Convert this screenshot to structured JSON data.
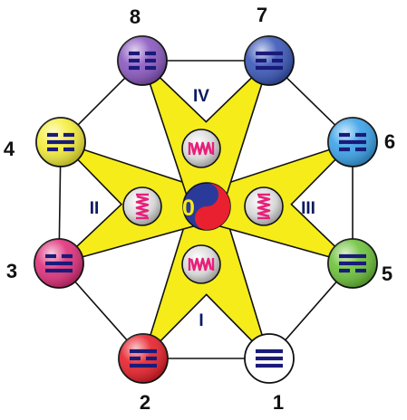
{
  "nodes": [
    {
      "number": "1",
      "trigram": "111",
      "color": "#ffffff"
    },
    {
      "number": "2",
      "trigram": "101",
      "color": "#e8202a"
    },
    {
      "number": "3",
      "trigram": "011",
      "color": "#e0307a"
    },
    {
      "number": "4",
      "trigram": "010",
      "color": "#f4ee3a"
    },
    {
      "number": "5",
      "trigram": "110",
      "color": "#6cc23a"
    },
    {
      "number": "6",
      "trigram": "010",
      "color": "#3aa2e8"
    },
    {
      "number": "7",
      "trigram": "101",
      "color": "#3a58b8"
    },
    {
      "number": "8",
      "trigram": "000",
      "color": "#8a58c0"
    }
  ],
  "blades": [
    {
      "numeral": "I"
    },
    {
      "numeral": "II"
    },
    {
      "numeral": "III"
    },
    {
      "numeral": "IV"
    }
  ],
  "center": {
    "label": "0"
  },
  "colors": {
    "blade": "#f5ec1a",
    "outline": "#111111",
    "trigram_line": "#1a1a7a",
    "spring": "#e8207a",
    "center_red": "#e82030",
    "center_blue": "#2a3a9a"
  }
}
